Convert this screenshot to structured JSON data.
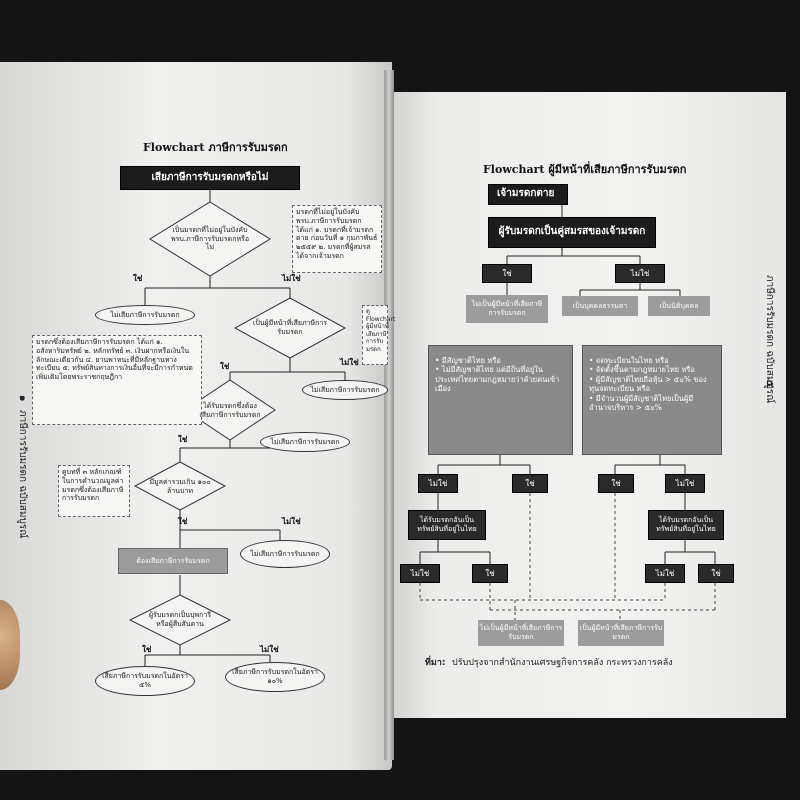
{
  "left_page": {
    "title": "Flowchart  ภาษีการรับมรดก",
    "spine": "ภาษีการรับมรดก ฉบับสมบูรณ์",
    "page_number": "๑",
    "start": "เสียภาษีการรับมรดกหรือไม่",
    "q1": "เป็นมรดกที่ไม่อยู่ในบังคับพรบ.ภาษีการรับมรดกหรือไม่",
    "note1": "มรดกที่ไม่อยู่ในบังคับพรบ.ภาษีการรับมรดก ได้แก่ ๑. มรดกที่เจ้ามรดกตาย ก่อนวันที่ ๑ กุมภาพันธ์ ๒๕๕๙ ๒. มรดกที่ผู้สมรสได้จากเจ้ามรดก",
    "yes": "ใช่",
    "no": "ไม่ใช่",
    "r1": "ไม่เสียภาษีการรับมรดก",
    "q2": "เป็นผู้มีหน้าที่เสียภาษีการรับมรดก",
    "note2": "ดู Flowchart ผู้มีหน้าที่เสียภาษีการรับมรดก",
    "r2": "ไม่เสียภาษีการรับมรดก",
    "note3": "มรดกซึ่งต้องเสียภาษีการรับมรดก ได้แก่ ๑. อสังหาริมทรัพย์ ๒. หลักทรัพย์ ๓. เงินฝากหรือเงินในลักษณะเดียวกัน ๔. ยานพาหนะที่มีหลักฐานทางทะเบียน ๕. ทรัพย์สินทางการเงินอื่นที่จะมีการกำหนดเพิ่มเติมโดยพระราชกฤษฎีกา",
    "q3": "ได้รับมรดกซึ่งต้องเสียภาษีการรับมรดก",
    "r3": "ไม่เสียภาษีการรับมรดก",
    "note4": "ดูบทที่ ๓ หลักเกณฑ์ในการคำนวณมูลค่ามรดกซึ่งต้องเสียภาษีการรับมรดก",
    "q4": "มีมูลค่ารวมเกิน ๑๐๐ ล้านบาท",
    "r4": "ไม่เสียภาษีการรับมรดก",
    "box5": "ต้องเสียภาษีการรับมรดก",
    "q5": "ผู้รับมรดกเป็นบุพการีหรือผู้สืบสันดาน",
    "r5a": "เสียภาษีการรับมรดกในอัตรา ๕%",
    "r5b": "เสียภาษีการรับมรดกในอัตรา ๑๐%"
  },
  "right_page": {
    "title": "Flowchart  ผู้มีหน้าที่เสียภาษีการรับมรดก",
    "spine": "ภาษีการรับมรดก ฉบับสมบูรณ์",
    "page_number": "๕",
    "b1": "เจ้ามรดกตาย",
    "b2": "ผู้รับมรดกเป็นคู่สมรสของเจ้ามรดก",
    "yes": "ใช่",
    "no": "ไม่ใช่",
    "g1": "ไม่เป็นผู้มีหน้าที่เสียภาษีการรับมรดก",
    "g2": "เป็นบุคคลธรรมดา",
    "g3": "เป็นนิติบุคคล",
    "big1": "• มีสัญชาติไทย หรือ\n• ไม่มีสัญชาติไทย แต่มีถิ่นที่อยู่ในประเทศไทยตามกฎหมายว่าด้วยคนเข้าเมือง",
    "big2": "• จดทะเบียนในไทย หรือ\n• จัดตั้งขึ้นตามกฎหมายไทย หรือ\n• ผู้มีสัญชาติไทยถือหุ้น > ๕๐% ของทุนจดทะเบียน หรือ\n• มีจำนวนผู้มีสัญชาติไทยเป็นผู้มีอำนาจบริหาร > ๕๐%",
    "m1": "ได้รับมรดกอันเป็นทรัพย์สินที่อยู่ในไทย",
    "m2": "ได้รับมรดกอันเป็นทรัพย์สินที่อยู่ในไทย",
    "end1": "ไม่เป็นผู้มีหน้าที่เสียภาษีการรับมรดก",
    "end2": "เป็นผู้มีหน้าที่เสียภาษีการรับมรดก",
    "source_label": "ที่มา:",
    "source": "ปรับปรุงจากสำนักงานเศรษฐกิจการคลัง  กระทรวงการคลัง"
  }
}
